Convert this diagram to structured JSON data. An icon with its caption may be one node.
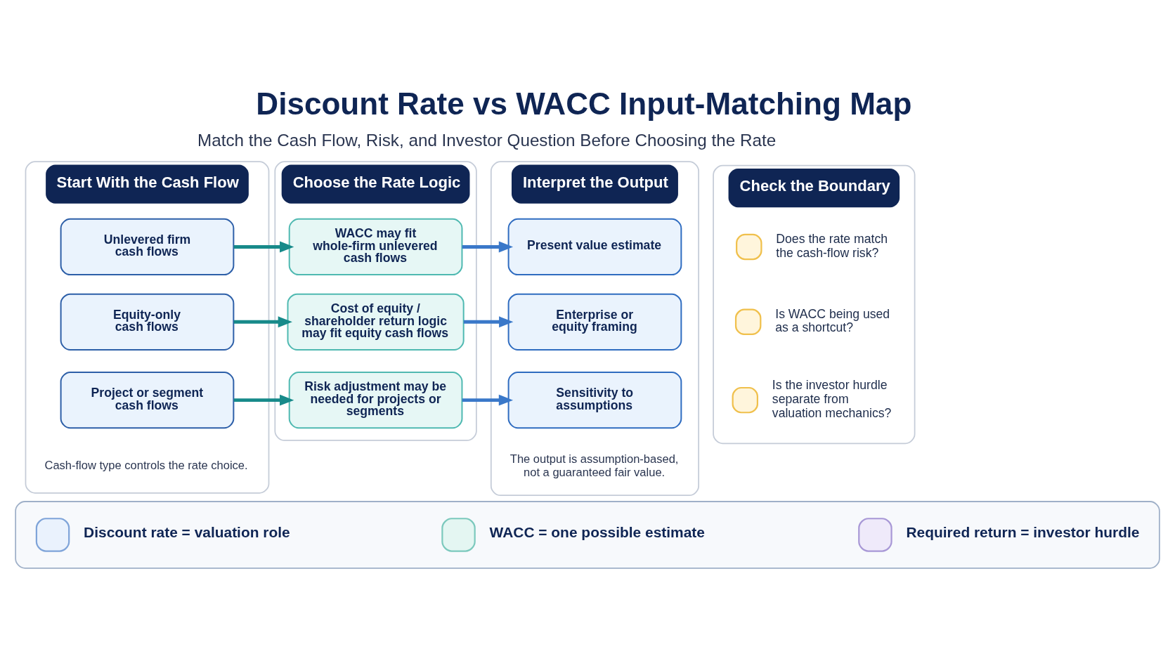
{
  "diagram": {
    "title": "Discount Rate vs WACC Input-Matching Map",
    "nodes": [
      {
        "text": [
          "Start With the Cash Flow",
          "Cash-flow type controls the rate choice."
        ]
      },
      {
        "text": [
          "Unlevered firm cash flows"
        ],
        "in": 0
      },
      {
        "text": [
          "Equity-only cash flows"
        ],
        "in": 0
      },
      {
        "text": [
          "Project or segment cash flows"
        ],
        "in": 0
      },
      {
        "text": [
          "Choose the Rate Logic"
        ]
      },
      {
        "text": [
          "WACC may fit whole-firm unlevered cash flows"
        ],
        "in": 4
      },
      {
        "text": [
          "Cost of equity / shareholder return logic may fit equity cash flows"
        ],
        "in": 4
      },
      {
        "text": [
          "Risk adjustment may be needed for projects or segments"
        ],
        "in": 4
      },
      {
        "text": [
          "Interpret the Output",
          "The output is assumption-based, not a guaranteed fair value."
        ]
      },
      {
        "text": [
          "Present value estimate"
        ],
        "in": 8
      },
      {
        "text": [
          "Enterprise or equity framing"
        ],
        "in": 8
      },
      {
        "text": [
          "Sensitivity to assumptions"
        ],
        "in": 8
      },
      {
        "text": [
          "Check the Boundary"
        ]
      },
      {
        "text": [
          "Does the rate match the cash-flow risk?"
        ],
        "in": 12
      },
      {
        "text": [
          "Is WACC being used as a shortcut?"
        ],
        "in": 12
      },
      {
        "text": [
          "Is the investor hurdle separate from valuation mechanics?"
        ],
        "in": 12
      },
      {
        "text": [],
        "shape": "box"
      },
      {
        "text": [
          "Discount rate = valuation role"
        ],
        "in": 16
      },
      {
        "text": [
          "WACC = one possible estimate"
        ],
        "in": 16
      },
      {
        "text": [
          "Required return = investor hurdle"
        ],
        "in": 16
      }
    ],
    "edges": [
      {
        "from": 1,
        "to": 5,
        "arrow": "to",
        "color": "#178a8a"
      },
      {
        "from": 2,
        "to": 6,
        "arrow": "to",
        "color": "#178a8a"
      },
      {
        "from": 3,
        "to": 7,
        "arrow": "to",
        "color": "#178a8a"
      },
      {
        "from": 5,
        "to": 9,
        "arrow": "to",
        "color": "#3a78c9"
      },
      {
        "from": 6,
        "to": 10,
        "arrow": "to",
        "color": "#3a78c9"
      },
      {
        "from": 7,
        "to": 11,
        "arrow": "to",
        "color": "#3a78c9"
      }
    ],
    "labels": [
      "Match the Cash Flow, Risk, and Investor Question Before Choosing the Rate"
    ]
  }
}
